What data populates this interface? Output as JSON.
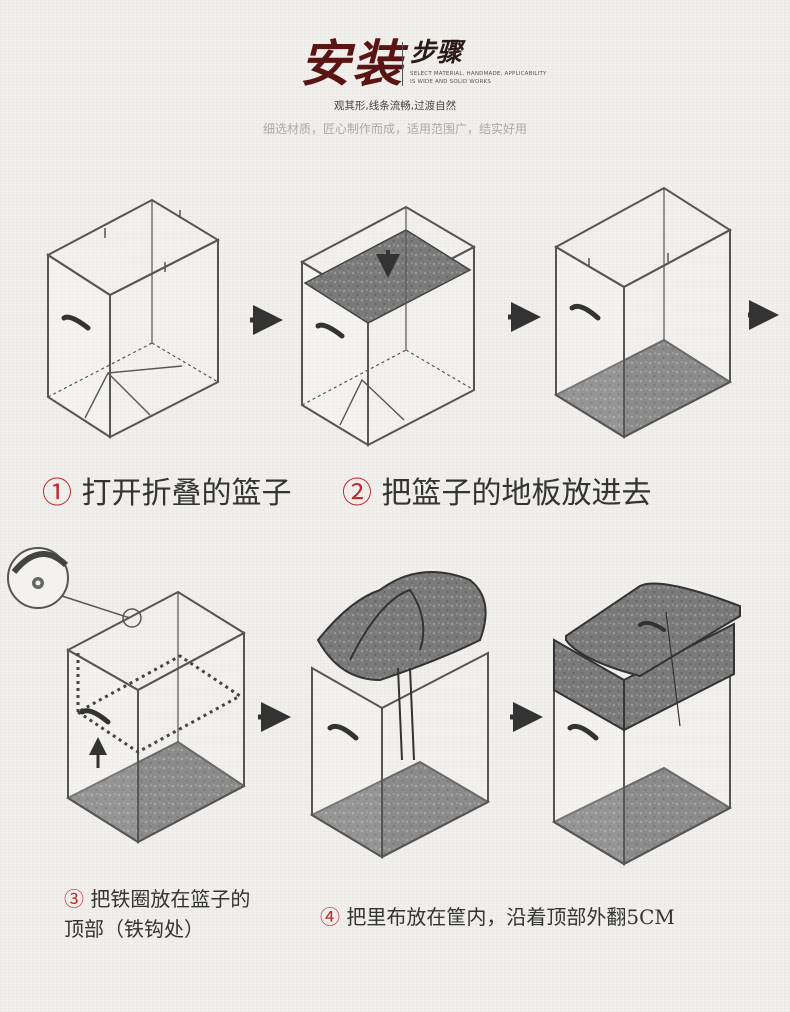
{
  "header": {
    "title_main": "安装",
    "title_secondary": "步骤",
    "title_english": "SELECT MATERIAL, HANDMADE, APPLICABILITY IS WIDE AND SOLID WORKS",
    "subtitle": "观其形,线条流畅,过渡自然",
    "tagline": "细选材质，匠心制作而成，适用范围广，结实好用"
  },
  "steps": [
    {
      "number": "①",
      "text": "打开折叠的篮子"
    },
    {
      "number": "②",
      "text": "把篮子的地板放进去"
    },
    {
      "number": "③",
      "text": "把铁圈放在篮子的顶部（铁钩处）"
    },
    {
      "number": "④",
      "text": "把里布放在筐内，沿着顶部外翻5CM"
    }
  ],
  "colors": {
    "title": "#5a1414",
    "step_number": "#c0292c",
    "fabric": "#777777"
  },
  "icons": [
    "arrow-right-icon",
    "arrow-down-icon",
    "arrow-up-icon",
    "handle-icon",
    "iron-hook-icon"
  ]
}
